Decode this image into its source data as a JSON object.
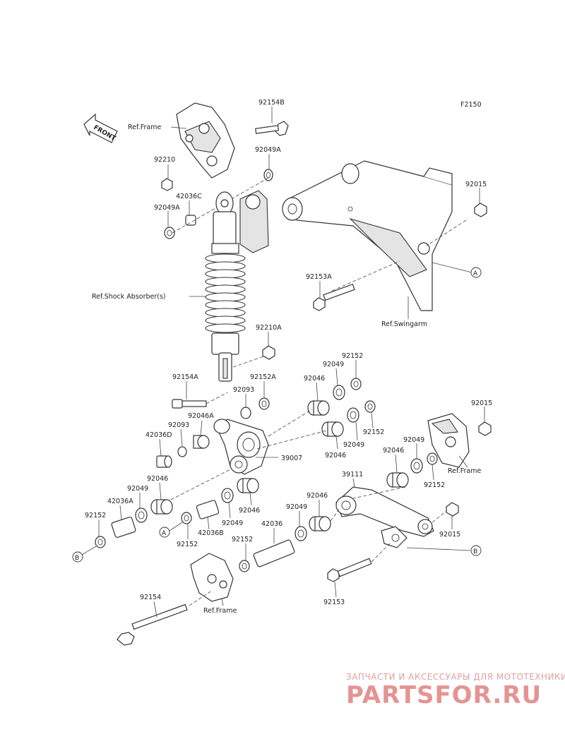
{
  "figure_code": "F2150",
  "front_label": "FRONT",
  "parts": {
    "p92154B": "92154B",
    "p92210": "92210",
    "p42036C": "42036C",
    "p92049A_top": "92049A",
    "p92049A_left": "92049A",
    "p92015_top": "92015",
    "p92153A": "92153A",
    "p92210A": "92210A",
    "p92154A": "92154A",
    "p92152A": "92152A",
    "p92093_a": "92093",
    "p92093_b": "92093",
    "p92046A": "92046A",
    "p42036D": "42036D",
    "p92152_top": "92152",
    "p92049_top": "92049",
    "p92046_top": "92046",
    "p92152_r1": "92152",
    "p92049_r1": "92049",
    "p92046_r1": "92046",
    "p39007": "39007",
    "p92015_right": "92015",
    "p92049_right": "92049",
    "p92046_right": "92046",
    "p92152_right": "92152",
    "p39111": "39111",
    "p92046_left": "92046",
    "p92049_left": "92049",
    "p42036A": "42036A",
    "p92152_left": "92152",
    "p42036B": "42036B",
    "p92049_mid": "92049",
    "p92046_mid": "92046",
    "p92152_mid": "92152",
    "p92049_lnk": "92049",
    "p92046_lnk": "92046",
    "p42036": "42036",
    "p92152_low": "92152",
    "p92015_low": "92015",
    "p92154": "92154",
    "p92153": "92153"
  },
  "refs": {
    "frame_top": "Ref.Frame",
    "shock": "Ref.Shock Absorber(s)",
    "swingarm": "Ref.Swingarm",
    "frame_right": "Ref.Frame",
    "frame_bottom": "Ref.Frame"
  },
  "callouts": {
    "a_right": "A",
    "a_left": "A",
    "b_right": "B",
    "b_left": "B"
  },
  "watermark": {
    "tagline": "ЗАПЧАСТИ И АКСЕССУАРЫ ДЛЯ МОТОТЕХНИКИ",
    "brand": "PARTSFOR.RU"
  }
}
